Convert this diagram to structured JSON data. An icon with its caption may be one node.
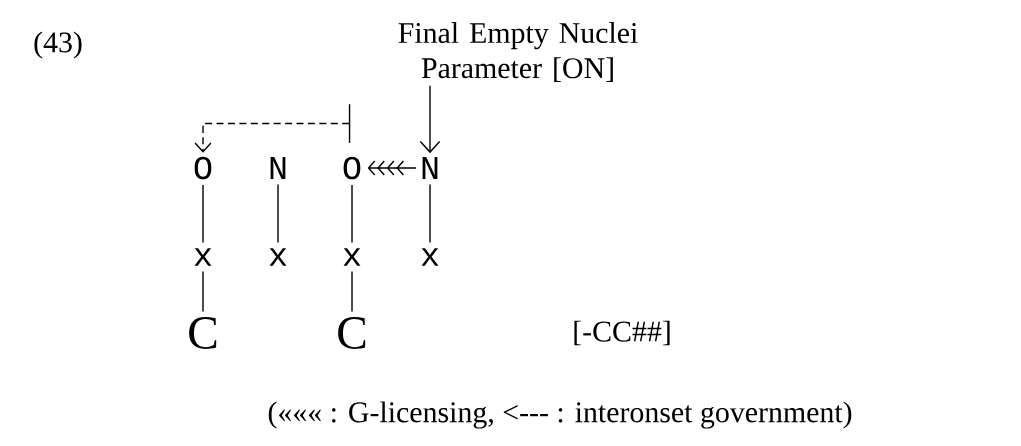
{
  "diagram": {
    "nodes": [
      {
        "text": [
          "Final Empty Nuclei Parameter [ON]"
        ]
      },
      {
        "text": [
          "O"
        ]
      },
      {
        "text": [
          "N"
        ]
      },
      {
        "text": [
          "O"
        ]
      },
      {
        "text": [
          "N"
        ]
      },
      {
        "text": [
          "x"
        ]
      },
      {
        "text": [
          "x"
        ]
      },
      {
        "text": [
          "x"
        ]
      },
      {
        "text": [
          "x"
        ]
      },
      {
        "text": [
          "C"
        ]
      },
      {
        "text": [
          "C"
        ]
      }
    ],
    "edges": [
      {
        "from": 0,
        "to": 4,
        "arrow": "to"
      },
      {
        "from": 3,
        "to": 1,
        "arrow": "to",
        "style": "dashed"
      },
      {
        "from": 4,
        "to": 3,
        "arrow": "to"
      },
      {
        "from": 1,
        "to": 5,
        "arrow": "none"
      },
      {
        "from": 2,
        "to": 6,
        "arrow": "none"
      },
      {
        "from": 3,
        "to": 7,
        "arrow": "none"
      },
      {
        "from": 4,
        "to": 8,
        "arrow": "none"
      },
      {
        "from": 5,
        "to": 9,
        "arrow": "none"
      },
      {
        "from": 7,
        "to": 10,
        "arrow": "none"
      }
    ],
    "labels": [
      "(43)",
      "[-CC##]",
      "(««« : G-licensing, <--- : interonset government)"
    ]
  }
}
